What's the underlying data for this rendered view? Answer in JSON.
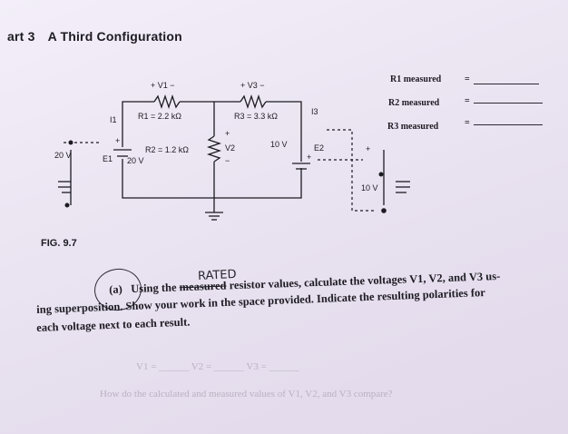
{
  "header": {
    "part": "art 3",
    "title": "A Third Configuration"
  },
  "measured": [
    {
      "label": "R1 measured",
      "eq": "="
    },
    {
      "label": "R2 measured",
      "eq": "="
    },
    {
      "label": "R3 measured",
      "eq": "="
    }
  ],
  "circuit": {
    "v1_label": "+ V1 −",
    "v3_label": "+ V3 −",
    "r1": "R1 = 2.2 kΩ",
    "r3": "R3 = 3.3 kΩ",
    "r2": "R2 = 1.2 kΩ",
    "v2": "V2",
    "i1": "I1",
    "i3": "I3",
    "e1_source": "20 V",
    "e1_label": "E1",
    "e1_left": "20 V",
    "e2_source": "10 V",
    "e2_label": "E2",
    "e2_right": "10 V",
    "plus": "+",
    "minus": "−"
  },
  "figure": {
    "label": "FIG. 9.7"
  },
  "annotation": "RATED",
  "question": {
    "part": "(a)",
    "line1_a": "Using the",
    "struck": "measured",
    "line1_b": "resistor values, calculate the voltages V1, V2, and V3 us-",
    "line2": "ing superposition. Show your work in the space provided. Indicate the resulting polarities for",
    "line3": "each voltage next to each result."
  },
  "ghost_text": [
    "V1 = ______   V2 = ______   V3 = ______",
    "How do the calculated and measured values of V1, V2, and V3 compare?"
  ]
}
